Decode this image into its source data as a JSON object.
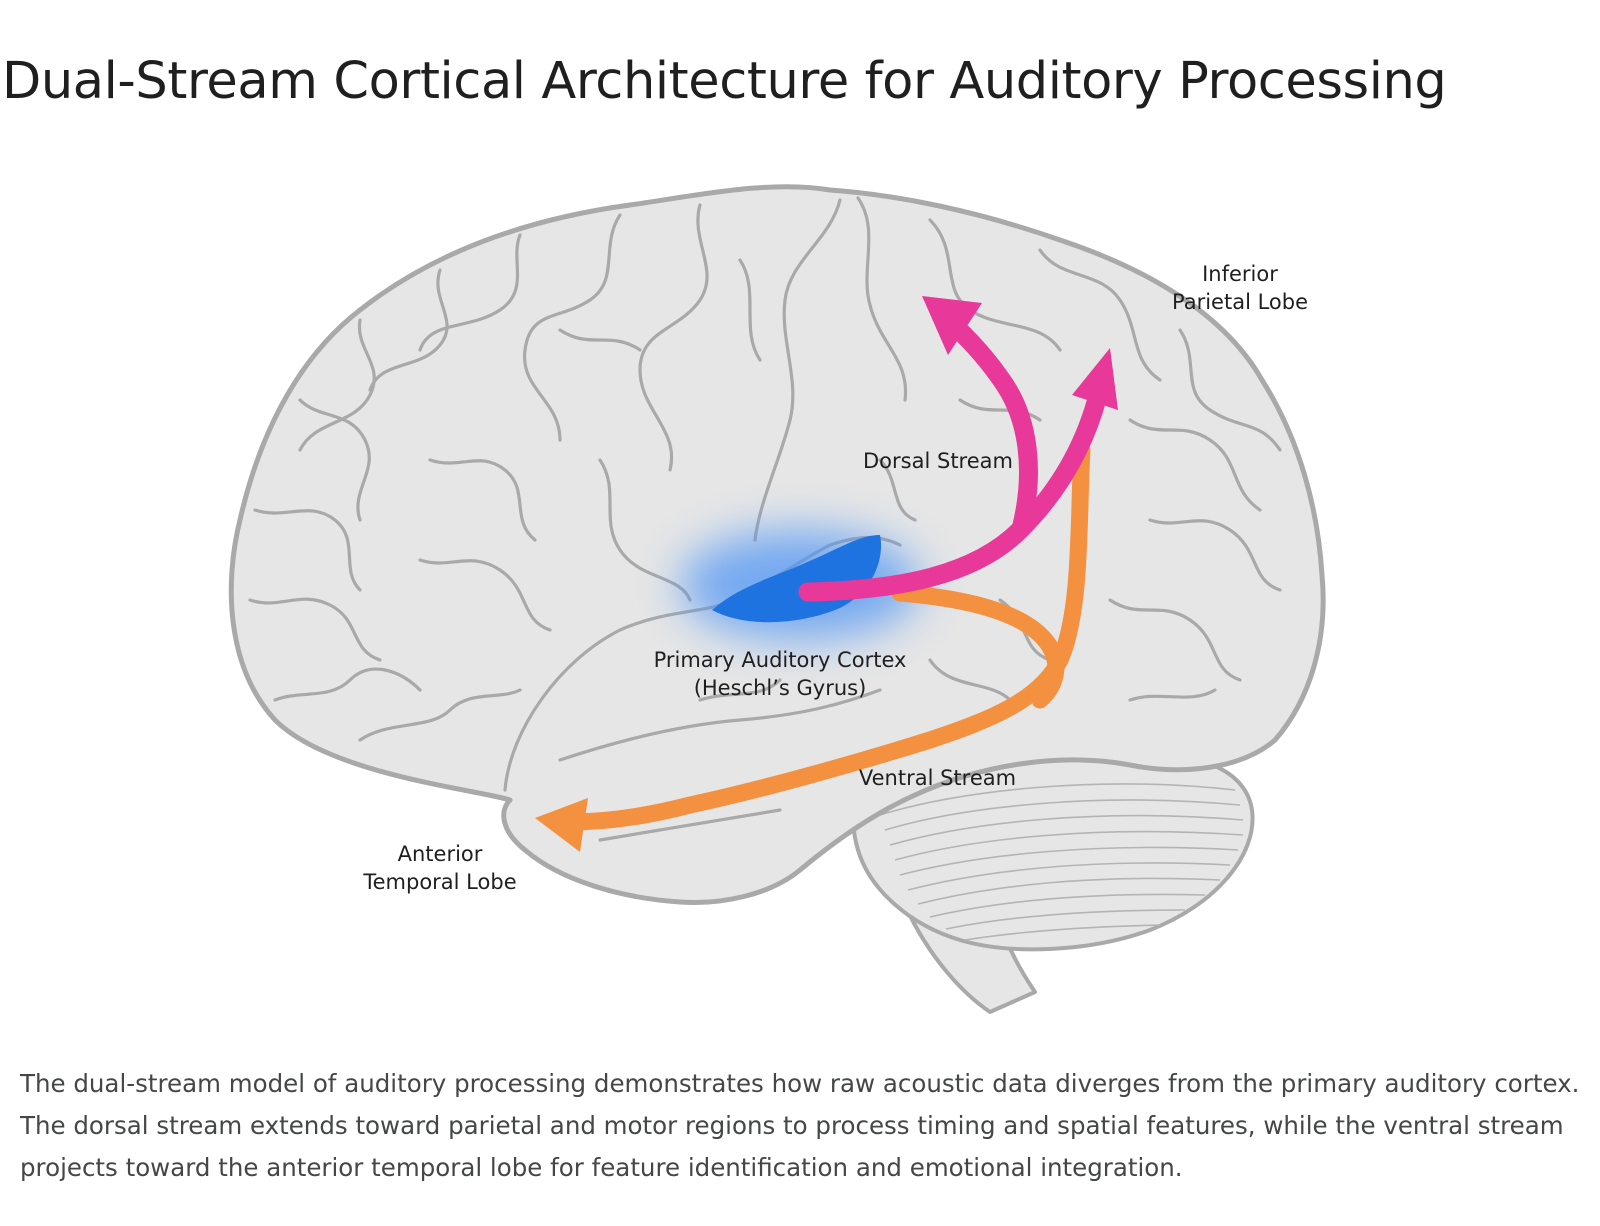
{
  "title": "Dual-Stream Cortical Architecture for Auditory Processing",
  "labels": {
    "inferior_parietal": [
      "Inferior",
      "Parietal Lobe"
    ],
    "dorsal_stream": "Dorsal Stream",
    "primary_auditory": [
      "Primary Auditory Cortex",
      "(Heschl’s Gyrus)"
    ],
    "ventral_stream": "Ventral Stream",
    "anterior_temporal": [
      "Anterior",
      "Temporal Lobe"
    ]
  },
  "colors": {
    "brain_fill": "#e6e6e6",
    "brain_outline": "#a9a9a9",
    "auditory_cortex": "#1f73e0",
    "auditory_glow": "#4f95f5",
    "dorsal_stream": "#e8399b",
    "ventral_stream": "#f49140",
    "caption_text": "#444746"
  },
  "caption": "The dual-stream model of auditory processing demonstrates how raw acoustic data diverges from the primary auditory cortex. The dorsal stream extends toward parietal and motor regions to process timing and spatial features, while the ventral stream projects toward the anterior temporal lobe for feature identification and emotional integration."
}
